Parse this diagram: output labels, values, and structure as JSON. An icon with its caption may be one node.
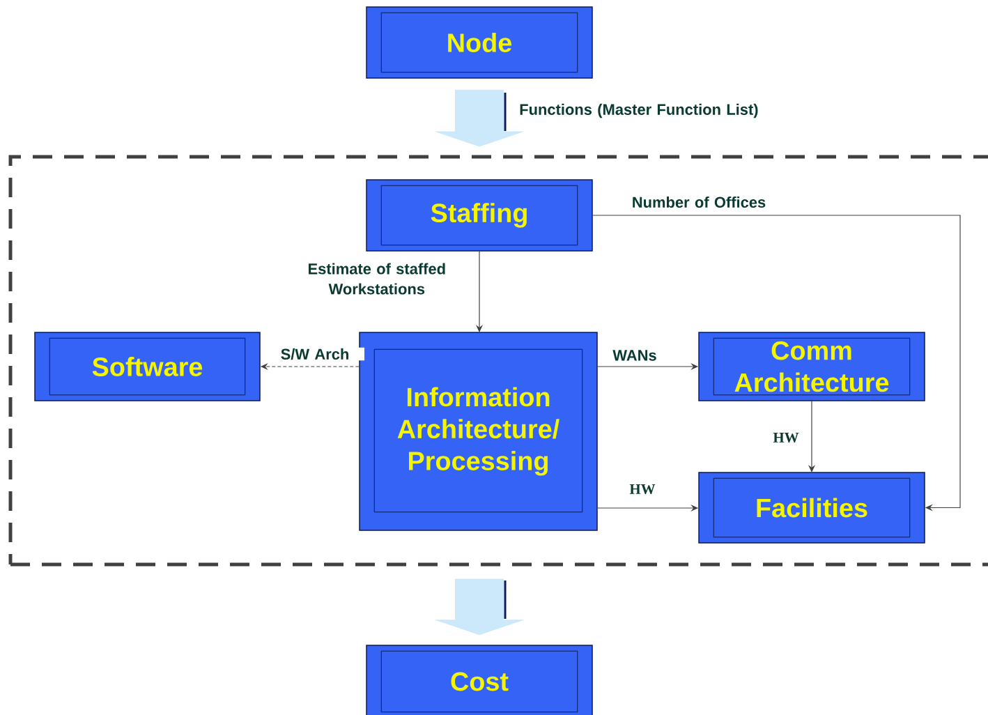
{
  "diagram": {
    "nodes": [
      {
        "text": [
          "Node"
        ]
      },
      {
        "text": [],
        "shape": "box"
      },
      {
        "text": [
          "Staffing"
        ],
        "in": 1
      },
      {
        "text": [
          "Software"
        ],
        "in": 1
      },
      {
        "text": [
          "Information Architecture/ Processing"
        ],
        "in": 1
      },
      {
        "text": [
          "Comm Architecture"
        ],
        "in": 1
      },
      {
        "text": [
          "Facilities"
        ],
        "in": 1
      },
      {
        "text": [
          "Cost"
        ]
      }
    ],
    "edges": [
      {
        "from": 0,
        "to": 1,
        "arrow": "to",
        "label": "Functions (Master Function List)",
        "style": "thick",
        "color": "#cce8fb"
      },
      {
        "from": 1,
        "to": 7,
        "arrow": "to",
        "style": "thick",
        "color": "#cce8fb"
      },
      {
        "from": 2,
        "to": 4,
        "arrow": "to",
        "label": "Estimate of staffed Workstations"
      },
      {
        "from": 4,
        "to": 3,
        "arrow": "to",
        "label": "S/W Arch",
        "style": "dashed"
      },
      {
        "from": 4,
        "to": 5,
        "arrow": "to",
        "label": "WANs"
      },
      {
        "from": 5,
        "to": 6,
        "arrow": "to",
        "label": "HW"
      },
      {
        "from": 4,
        "to": 6,
        "arrow": "to",
        "label": "HW"
      },
      {
        "from": 2,
        "to": 6,
        "arrow": "to",
        "label": "Number of Offices"
      }
    ]
  }
}
